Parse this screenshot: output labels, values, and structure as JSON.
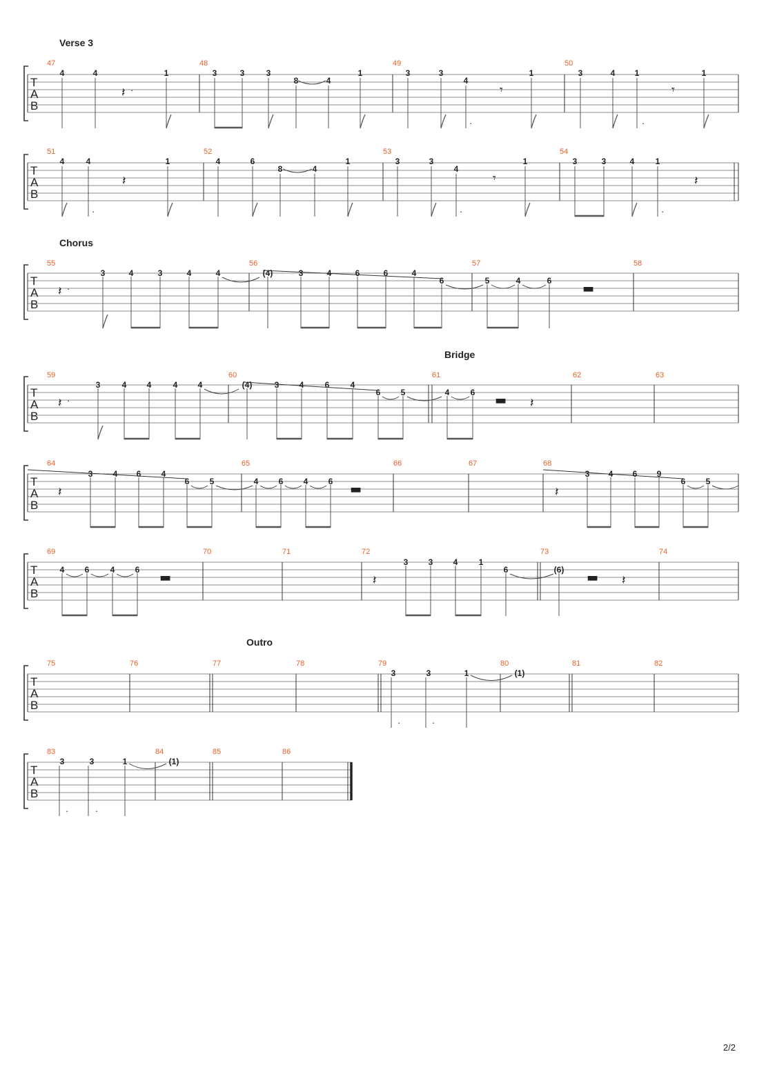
{
  "page_number": "2/2",
  "systems": [
    {
      "section": "Verse 3",
      "measures": [
        {
          "num": "47"
        },
        {
          "num": "48"
        },
        {
          "num": "49"
        },
        {
          "num": "50"
        }
      ],
      "notes": [
        "4",
        "4",
        "1",
        "3",
        "3",
        "3",
        "8",
        "4",
        "1",
        "3",
        "3",
        "4",
        "1",
        "3",
        "4",
        "1",
        "1"
      ],
      "parens": [],
      "rests": [
        "𝄽",
        "𝄾",
        "𝄾"
      ],
      "dots": [
        "·",
        "·",
        "·"
      ]
    },
    {
      "section": "",
      "measures": [
        {
          "num": "51"
        },
        {
          "num": "52"
        },
        {
          "num": "53"
        },
        {
          "num": "54"
        }
      ],
      "notes": [
        "4",
        "4",
        "1",
        "4",
        "6",
        "8",
        "4",
        "1",
        "3",
        "3",
        "4",
        "1",
        "3",
        "3",
        "4",
        "1"
      ],
      "parens": [],
      "rests": [
        "𝄽",
        "𝄾",
        "𝄽"
      ],
      "dots": [
        "·",
        "·",
        "·"
      ]
    },
    {
      "section": "Chorus",
      "measures": [
        {
          "num": "55"
        },
        {
          "num": "56"
        },
        {
          "num": "57"
        },
        {
          "num": "58"
        }
      ],
      "notes": [
        "3",
        "4",
        "3",
        "4",
        "4",
        "3",
        "4",
        "6",
        "6",
        "4",
        "6",
        "5",
        "4",
        "6"
      ],
      "parens": [
        "(4)"
      ],
      "rests": [
        "𝄽",
        "▬"
      ],
      "dots": [
        "·"
      ]
    },
    {
      "section": "Bridge",
      "measures": [
        {
          "num": "59"
        },
        {
          "num": "60"
        },
        {
          "num": "61"
        },
        {
          "num": "62"
        },
        {
          "num": "63"
        }
      ],
      "notes": [
        "3",
        "4",
        "4",
        "4",
        "4",
        "3",
        "4",
        "6",
        "4",
        "6",
        "5",
        "4",
        "6"
      ],
      "parens": [
        "(4)"
      ],
      "rests": [
        "𝄽",
        "▬",
        "𝄽"
      ],
      "dots": [
        "·"
      ]
    },
    {
      "section": "",
      "measures": [
        {
          "num": "64"
        },
        {
          "num": "65"
        },
        {
          "num": "66"
        },
        {
          "num": "67"
        },
        {
          "num": "68"
        }
      ],
      "notes": [
        "3",
        "4",
        "6",
        "4",
        "6",
        "5",
        "4",
        "6",
        "4",
        "6",
        "3",
        "4",
        "6",
        "9",
        "6",
        "5"
      ],
      "parens": [],
      "rests": [
        "𝄽",
        "▬",
        "𝄽"
      ],
      "dots": []
    },
    {
      "section": "",
      "measures": [
        {
          "num": "69"
        },
        {
          "num": "70"
        },
        {
          "num": "71"
        },
        {
          "num": "72"
        },
        {
          "num": "73"
        },
        {
          "num": "74"
        }
      ],
      "notes": [
        "4",
        "6",
        "4",
        "6",
        "3",
        "3",
        "4",
        "1",
        "6"
      ],
      "parens": [
        "(6)"
      ],
      "rests": [
        "▬",
        "𝄽",
        "▬",
        "𝄽"
      ],
      "dots": []
    },
    {
      "section": "Outro",
      "measures": [
        {
          "num": "75"
        },
        {
          "num": "76"
        },
        {
          "num": "77"
        },
        {
          "num": "78"
        },
        {
          "num": "79"
        },
        {
          "num": "80"
        },
        {
          "num": "81"
        },
        {
          "num": "82"
        }
      ],
      "notes": [
        "3",
        "3",
        "1"
      ],
      "parens": [
        "(1)"
      ],
      "rests": [],
      "dots": [
        "·",
        "·"
      ]
    },
    {
      "section": "",
      "measures": [
        {
          "num": "83"
        },
        {
          "num": "84"
        },
        {
          "num": "85"
        },
        {
          "num": "86"
        }
      ],
      "notes": [
        "3",
        "3",
        "1"
      ],
      "parens": [
        "(1)"
      ],
      "rests": [],
      "dots": [
        "·",
        "·"
      ]
    }
  ]
}
